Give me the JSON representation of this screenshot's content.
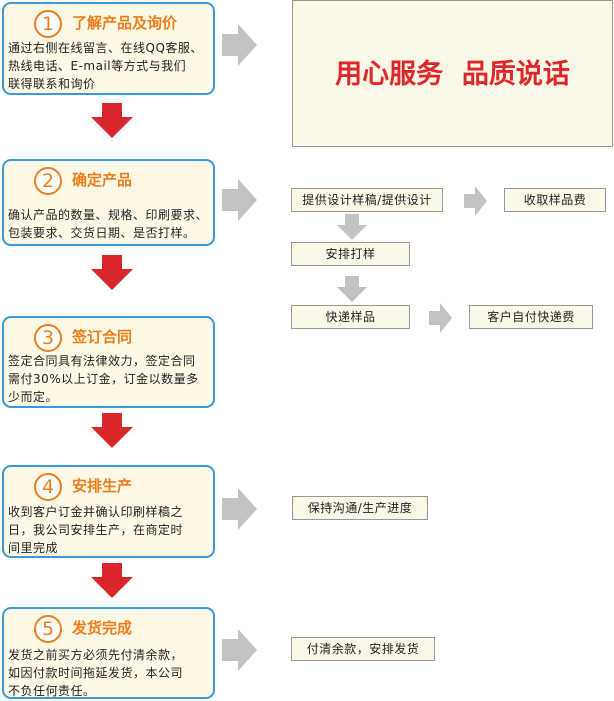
{
  "steps": [
    {
      "number": "1",
      "title": "了解产品及询价",
      "lines": [
        "通过右侧在线留言、在线QQ客服、",
        "热线电话、E-mail等方式与我们",
        "联得联系和询价"
      ]
    },
    {
      "number": "2",
      "title": "确定产品",
      "lines": [
        "确认产品的数量、规格、印刷要求、",
        "包装要求、交货日期、是否打样。"
      ]
    },
    {
      "number": "3",
      "title": "签订合同",
      "lines": [
        "签定合同具有法律效力，签定合同",
        "需付30%以上订金，订金以数量多",
        "少而定。"
      ]
    },
    {
      "number": "4",
      "title": "安排生产",
      "lines": [
        "收到客户订金并确认印刷样稿之",
        "日，我公司安排生产，在商定时",
        "间里完成"
      ]
    },
    {
      "number": "5",
      "title": "发货完成",
      "lines": [
        "发货之前买方必须先付清余款，",
        "如因付款时间拖延发货，本公司",
        "不负任何责任。"
      ]
    }
  ],
  "slogan": "用心服务  品质说话",
  "process_boxes": {
    "design": "提供设计样稿/提供设计",
    "sample_fee": "收取样品费",
    "proofing": "安排打样",
    "express_sample": "快递样品",
    "customer_pays_express": "客户自付快递费",
    "keep_communication": "保持沟通/生产进度",
    "pay_balance": "付清余款，安排发货"
  },
  "colors": {
    "step_border": "#3a9ad9",
    "step_bg": "#fdf9e6",
    "accent_orange": "#ef7d1a",
    "down_arrow_red": "#d9262b",
    "arrow_gray": "#c3c3c3",
    "slogan_red": "#e0252b"
  }
}
